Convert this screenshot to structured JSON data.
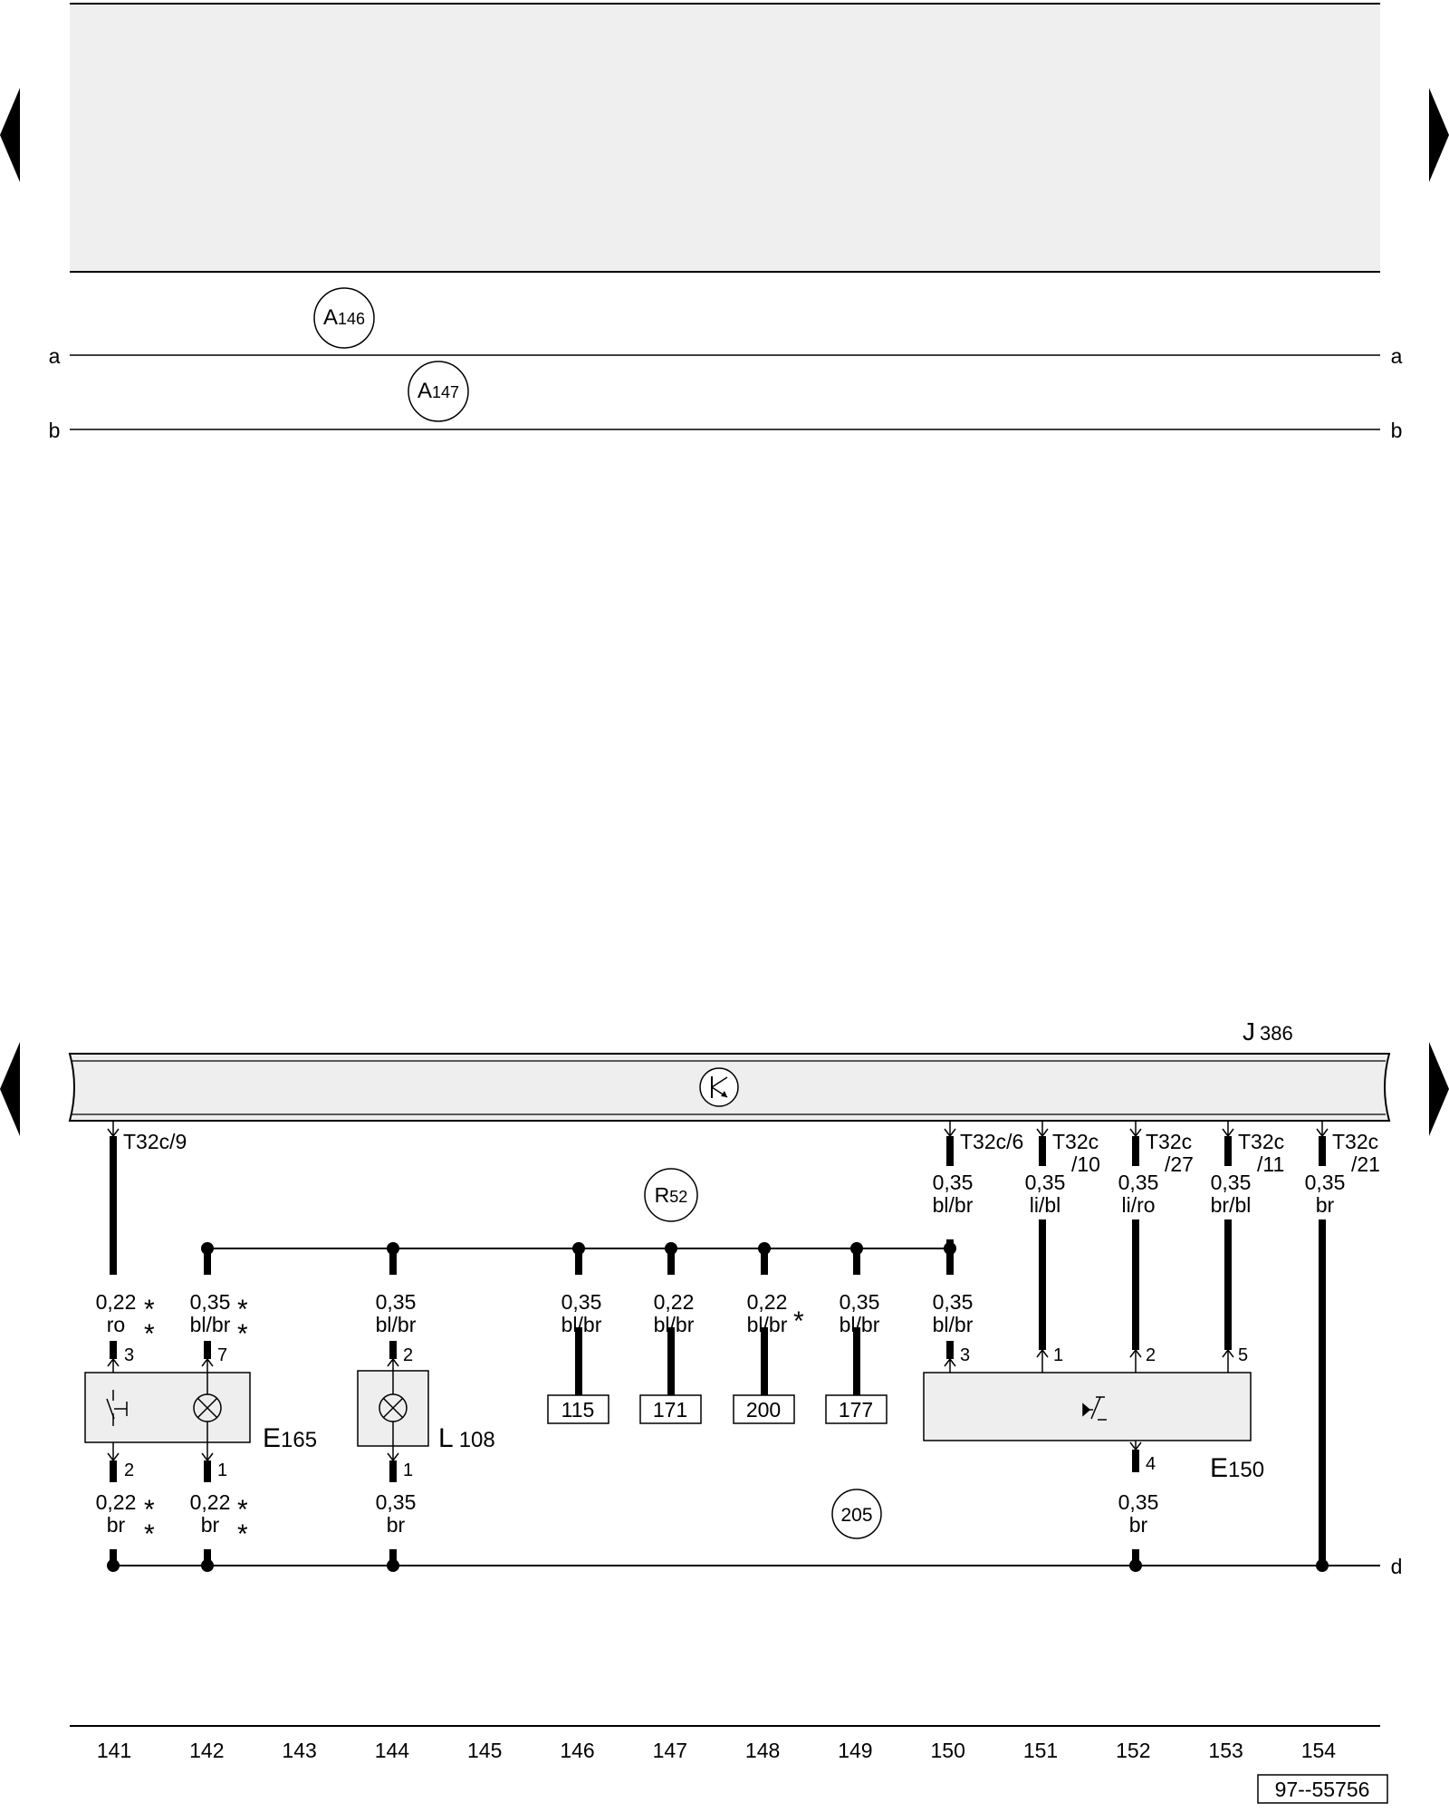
{
  "nav": {
    "prev_label": "",
    "next_label": ""
  },
  "refs": {
    "a146": "A146",
    "a147": "A147",
    "r52": "R52",
    "n205": "205"
  },
  "a146": {
    "letter": "A",
    "sub": "146"
  },
  "a147": {
    "letter": "A",
    "sub": "147"
  },
  "r52": {
    "letter": "R",
    "sub": "52"
  },
  "n205": "205",
  "rails": {
    "a": "a",
    "b": "b",
    "d": "d"
  },
  "modules": {
    "j386": {
      "letter": "J",
      "num": "386"
    },
    "e165": {
      "letter": "E",
      "num": "165"
    },
    "l108": {
      "letter": "L",
      "num": "108"
    },
    "e150": {
      "letter": "E",
      "num": "150"
    }
  },
  "connectors": {
    "t9": "T32c/9",
    "t6": "T32c/6",
    "t10a": "T32c",
    "t10b": "/10",
    "t27a": "T32c",
    "t27b": "/27",
    "t11a": "T32c",
    "t11b": "/11",
    "t21a": "T32c",
    "t21b": "/21"
  },
  "wires": {
    "w150u": [
      "0,35",
      "bl/br"
    ],
    "w151": [
      "0,35",
      "li/bl"
    ],
    "w152": [
      "0,35",
      "li/ro"
    ],
    "w153": [
      "0,35",
      "br/bl"
    ],
    "w154": [
      "0,35",
      "br"
    ],
    "w141u": [
      "0,22",
      "ro"
    ],
    "w142u": [
      "0,35",
      "bl/br"
    ],
    "w144u": [
      "0,35",
      "bl/br"
    ],
    "w146": [
      "0,35",
      "bl/br"
    ],
    "w147": [
      "0,22",
      "bl/br"
    ],
    "w148": [
      "0,22",
      "bl/br"
    ],
    "w149": [
      "0,35",
      "bl/br"
    ],
    "w150l": [
      "0,35",
      "bl/br"
    ],
    "w141l": [
      "0,22",
      "br"
    ],
    "w142l": [
      "0,22",
      "br"
    ],
    "w144l": [
      "0,35",
      "br"
    ],
    "w152l": [
      "0,35",
      "br"
    ]
  },
  "marks": {
    "star": "*"
  },
  "pins": {
    "p141u": "3",
    "p142u": "7",
    "p144u": "2",
    "p150": "3",
    "p151": "1",
    "p152": "2",
    "p153": "5",
    "p141l": "2",
    "p142l": "1",
    "p144l": "1",
    "p152l": "4"
  },
  "refboxes": [
    "115",
    "171",
    "200",
    "177"
  ],
  "columns": [
    "141",
    "142",
    "143",
    "144",
    "145",
    "146",
    "147",
    "148",
    "149",
    "150",
    "151",
    "152",
    "153",
    "154"
  ],
  "figure_id": "97--55756",
  "colors": {
    "line": "#000000",
    "shade": "#efefef",
    "module_fill": "#eeeeee"
  }
}
